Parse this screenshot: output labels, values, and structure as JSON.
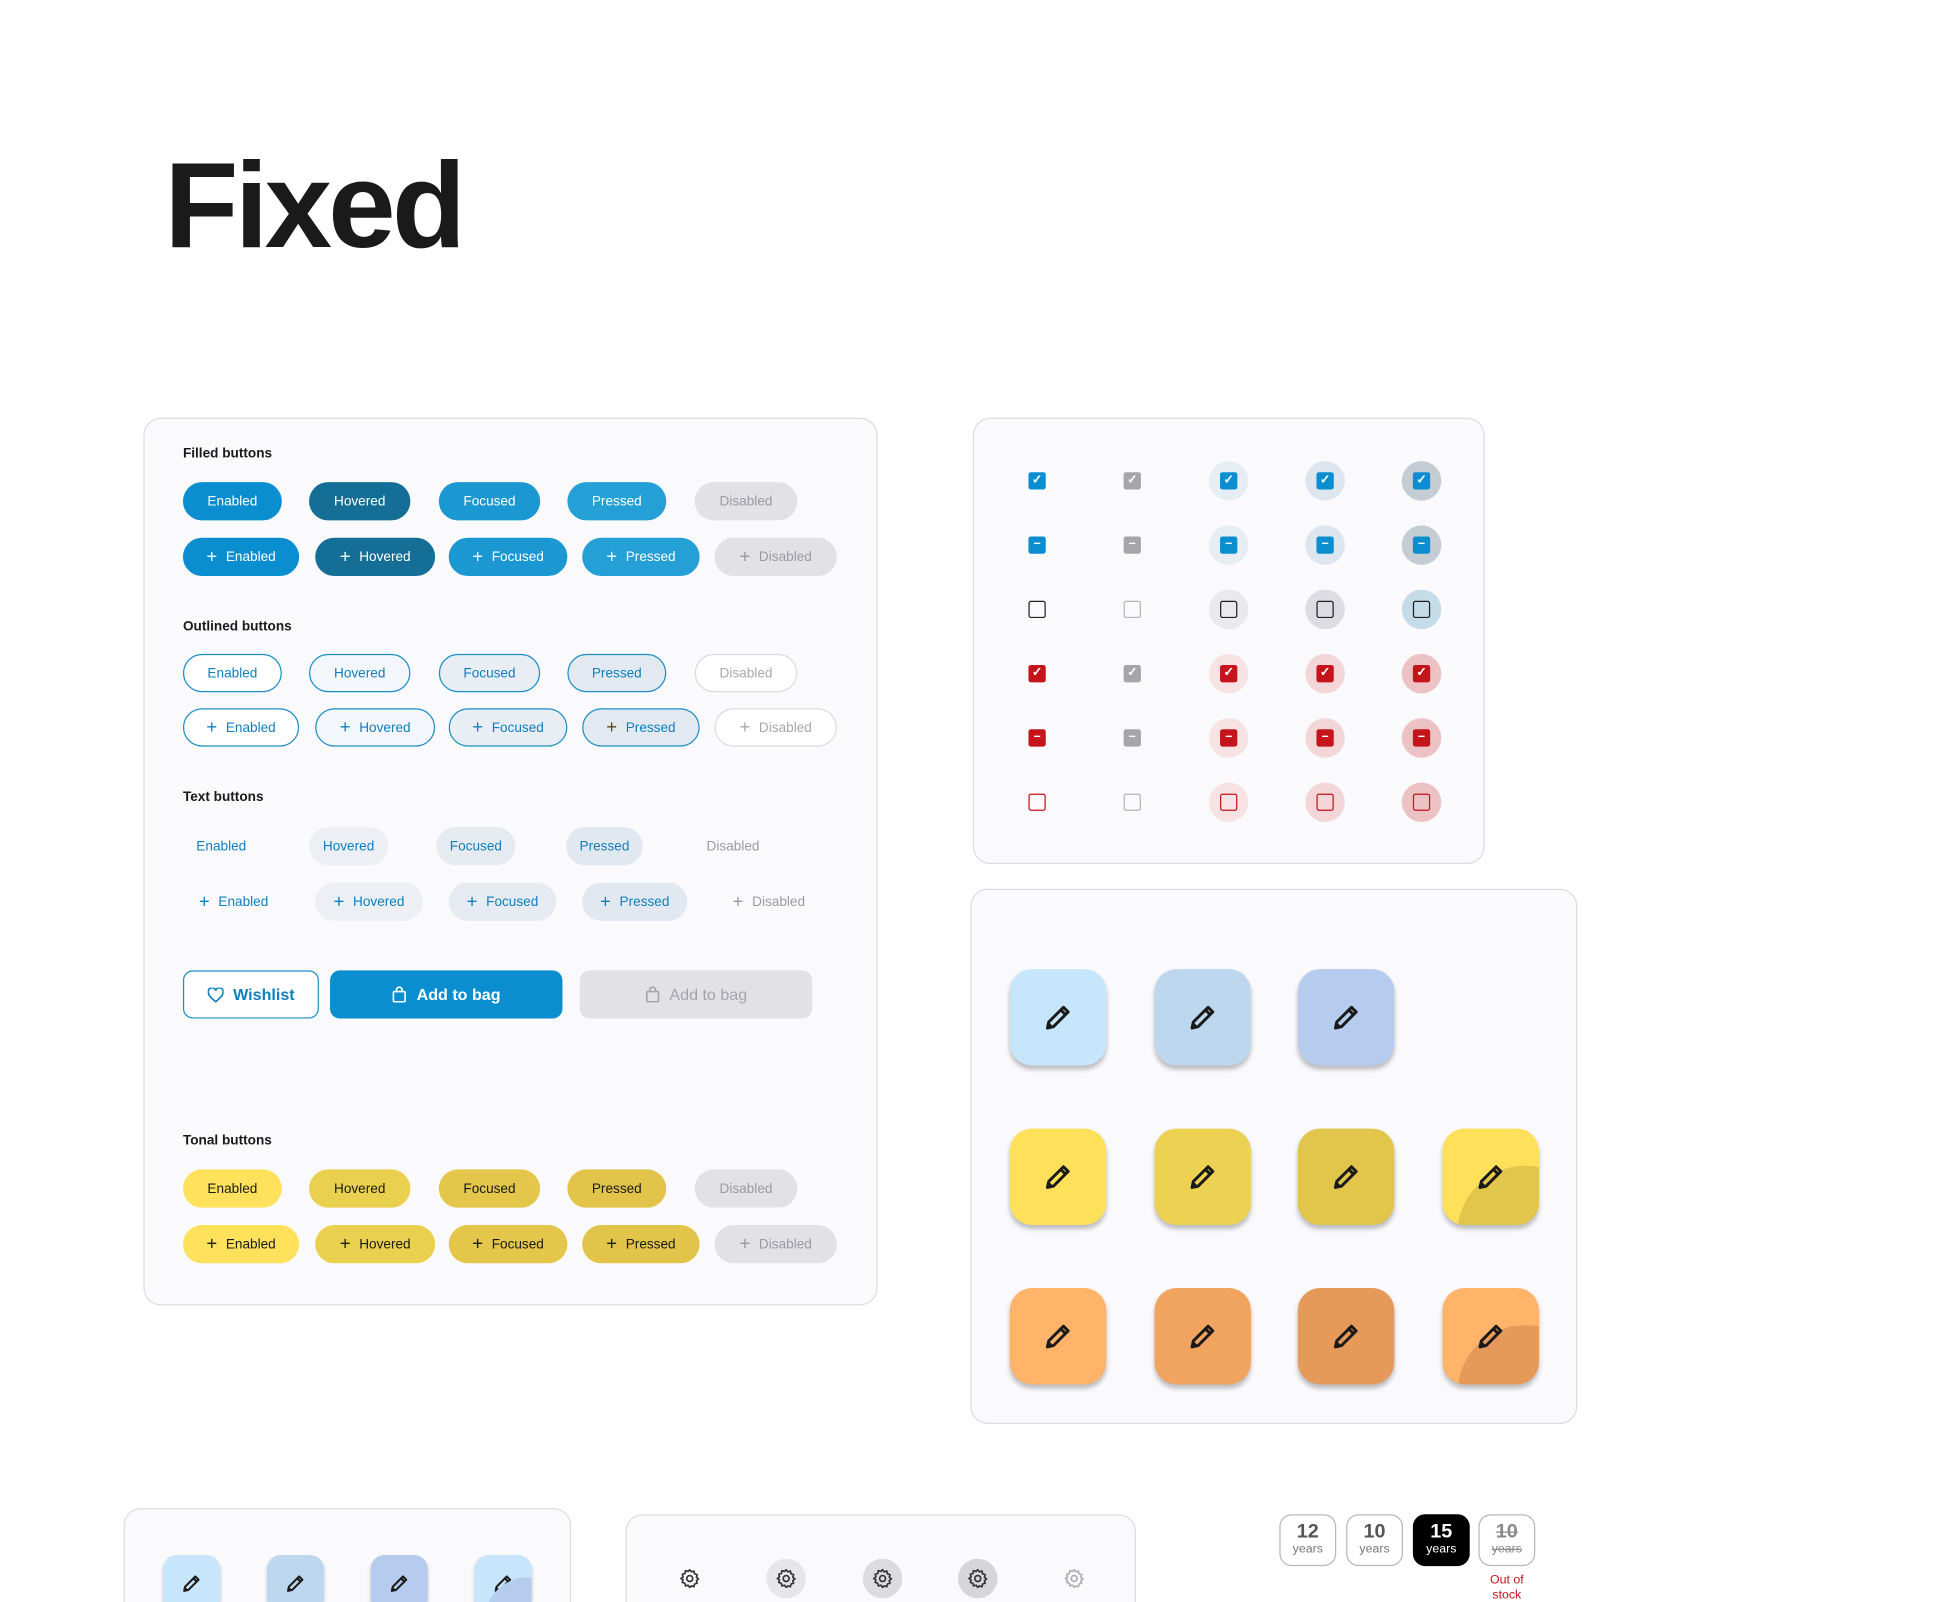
{
  "page": {
    "title": "Fixed"
  },
  "buttons_card": {
    "filled_title": "Filled buttons",
    "outlined_title": "Outlined buttons",
    "text_title": "Text buttons",
    "tonal_title": "Tonal buttons",
    "states": [
      "Enabled",
      "Hovered",
      "Focused",
      "Pressed",
      "Disabled"
    ],
    "plus_icon": "+",
    "wishlist_label": "Wishlist",
    "add_to_bag_label": "Add to bag",
    "add_to_bag_disabled_label": "Add to bag"
  },
  "colors": {
    "primary": "#0a8ed0",
    "danger": "#c4151c",
    "tonal": "#ffe15c"
  },
  "checkbox_grid": {
    "rows": [
      "checked-blue",
      "indeterminate-blue",
      "unchecked",
      "checked-red",
      "indeterminate-red",
      "unchecked-red"
    ],
    "columns": [
      "enabled",
      "disabled",
      "hovered",
      "focused",
      "pressed"
    ]
  },
  "fab_card": {
    "icon": "pencil-icon"
  },
  "icon_buttons": {
    "icon": "gear-icon"
  },
  "size_selector": {
    "items": [
      {
        "number": "12",
        "unit": "years",
        "state": "default"
      },
      {
        "number": "10",
        "unit": "years",
        "state": "default"
      },
      {
        "number": "15",
        "unit": "years",
        "state": "selected"
      },
      {
        "number": "10",
        "unit": "years",
        "state": "out-of-stock"
      }
    ],
    "out_of_stock_label": "Out of stock"
  }
}
